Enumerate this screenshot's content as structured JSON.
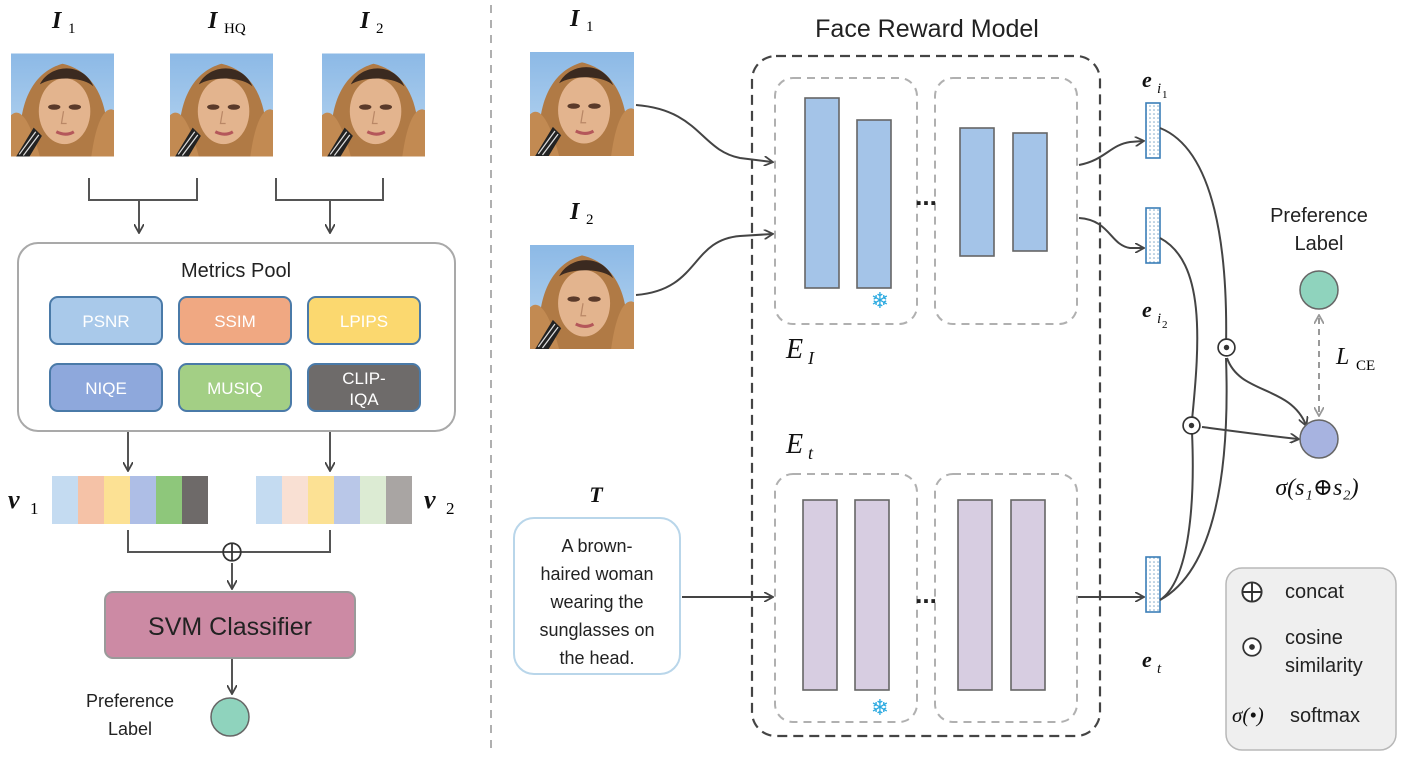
{
  "left_panel": {
    "image_labels": {
      "i1": {
        "main": "I",
        "sub": "1"
      },
      "ihq": {
        "main": "I",
        "sub": "HQ"
      },
      "i2": {
        "main": "I",
        "sub": "2"
      }
    },
    "metrics_pool": {
      "title": "Metrics Pool",
      "metrics": [
        {
          "label": "PSNR",
          "color": "#a9c9ea"
        },
        {
          "label": "SSIM",
          "color": "#f0a882"
        },
        {
          "label": "LPIPS",
          "color": "#fbd86f"
        },
        {
          "label": "NIQE",
          "color": "#8ea8dc"
        },
        {
          "label": "MUSIQ",
          "color": "#a3cf85"
        },
        {
          "label": "CLIP-",
          "label2": "IQA",
          "color": "#6e6b6a"
        }
      ]
    },
    "vector_labels": {
      "v1": {
        "main": "v",
        "sub": "1"
      },
      "v2": {
        "main": "v",
        "sub": "2"
      }
    },
    "svm_label": "SVM Classifier",
    "preference_label": {
      "line1": "Preference",
      "line2": "Label"
    }
  },
  "right_panel": {
    "title": "Face Reward Model",
    "image_labels": {
      "i1": {
        "main": "I",
        "sub": "1"
      },
      "i2": {
        "main": "I",
        "sub": "2"
      }
    },
    "text_label": "T",
    "text_prompt": [
      "A brown-",
      "haired woman",
      "wearing the",
      "sunglasses on",
      "the head."
    ],
    "encoder_labels": {
      "image": {
        "main": "E",
        "sub": "I"
      },
      "text": {
        "main": "E",
        "sub": "t"
      }
    },
    "ellipsis": "...",
    "embedding_labels": {
      "ei1": {
        "main": "e",
        "sub": "i",
        "subsub": "1"
      },
      "ei2": {
        "main": "e",
        "sub": "i",
        "subsub": "2"
      },
      "et": {
        "main": "e",
        "sub": "t"
      }
    },
    "preference_label": {
      "line1": "Preference",
      "line2": "Label"
    },
    "loss_label": {
      "main": "L",
      "sub": "CE"
    },
    "softmax_expr": "σ(s₁⊕s₂)",
    "legend": [
      {
        "symbol": "concat-icon",
        "text": "concat"
      },
      {
        "symbol": "cosine-icon",
        "text": "cosine",
        "text2": "similarity"
      },
      {
        "symbol": "softmax-icon",
        "symbol_text": "σ(•)",
        "text": "softmax"
      }
    ]
  },
  "colors": {
    "image_bar": "#a4c4e8",
    "text_bar": "#d7cde1",
    "svm": "#cc8aa4",
    "preference_node": "#8fd3bd",
    "score_node": "#a7b3e0"
  }
}
